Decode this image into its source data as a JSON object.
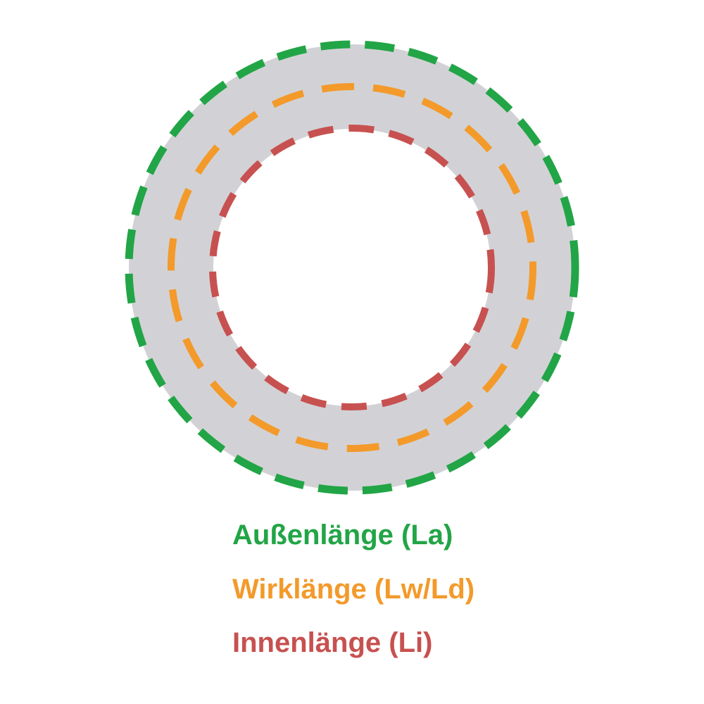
{
  "diagram": {
    "type": "v-belt-length-diagram",
    "labels": {
      "outer": "Außenlänge (La)",
      "effective": "Wirklänge (Lw/Ld)",
      "inner": "Innenlänge (Li)"
    },
    "colors": {
      "belt_body": "#d2d2d6",
      "outer": "#22a546",
      "effective": "#f39a2b",
      "inner": "#c75150",
      "background": "#ffffff"
    }
  }
}
